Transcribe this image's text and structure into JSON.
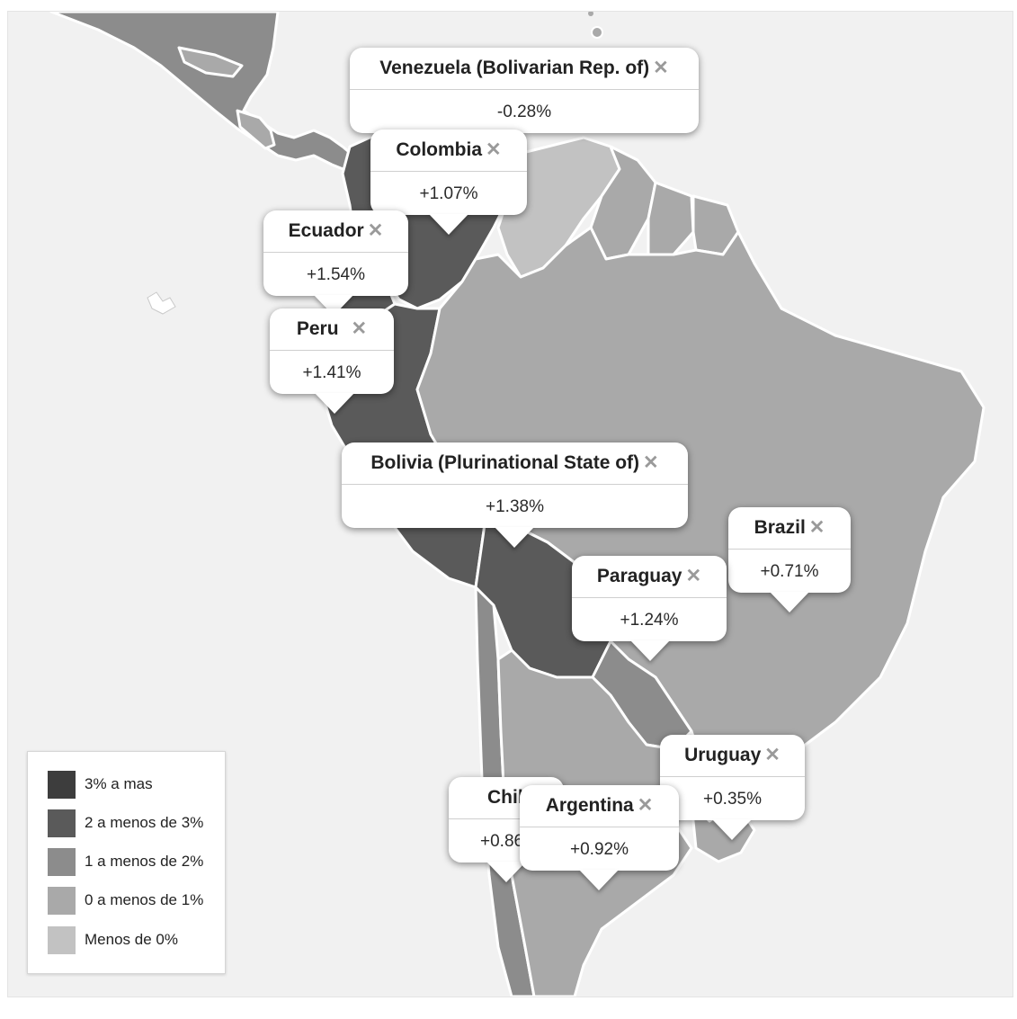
{
  "legend": {
    "items": [
      {
        "label": "3% a mas",
        "color": "#3d3d3d"
      },
      {
        "label": "2 a menos de 3%",
        "color": "#5a5a5a"
      },
      {
        "label": "1 a menos de 2%",
        "color": "#8c8c8c"
      },
      {
        "label": "0 a menos de 1%",
        "color": "#a9a9a9"
      },
      {
        "label": "Menos de 0%",
        "color": "#c2c2c2"
      }
    ]
  },
  "callouts": {
    "venezuela": {
      "name": "Venezuela (Bolivarian Rep. of)",
      "value": "-0.28%"
    },
    "colombia": {
      "name": "Colombia",
      "value": "+1.07%"
    },
    "ecuador": {
      "name": "Ecuador",
      "value": "+1.54%"
    },
    "peru": {
      "name": "Peru",
      "value": "+1.41%"
    },
    "bolivia": {
      "name": "Bolivia (Plurinational State of)",
      "value": "+1.38%"
    },
    "brazil": {
      "name": "Brazil",
      "value": "+0.71%"
    },
    "paraguay": {
      "name": "Paraguay",
      "value": "+1.24%"
    },
    "uruguay": {
      "name": "Uruguay",
      "value": "+0.35%"
    },
    "chile": {
      "name": "Chile",
      "value": "+0.86%"
    },
    "argentina": {
      "name": "Argentina",
      "value": "+0.92%"
    }
  },
  "close_glyph": "✕",
  "colors": {
    "ocean": "#f1f1f1",
    "land_mid": "#8c8c8c",
    "land_light": "#a9a9a9",
    "land_lightest": "#c2c2c2",
    "land_dark": "#5a5a5a"
  }
}
